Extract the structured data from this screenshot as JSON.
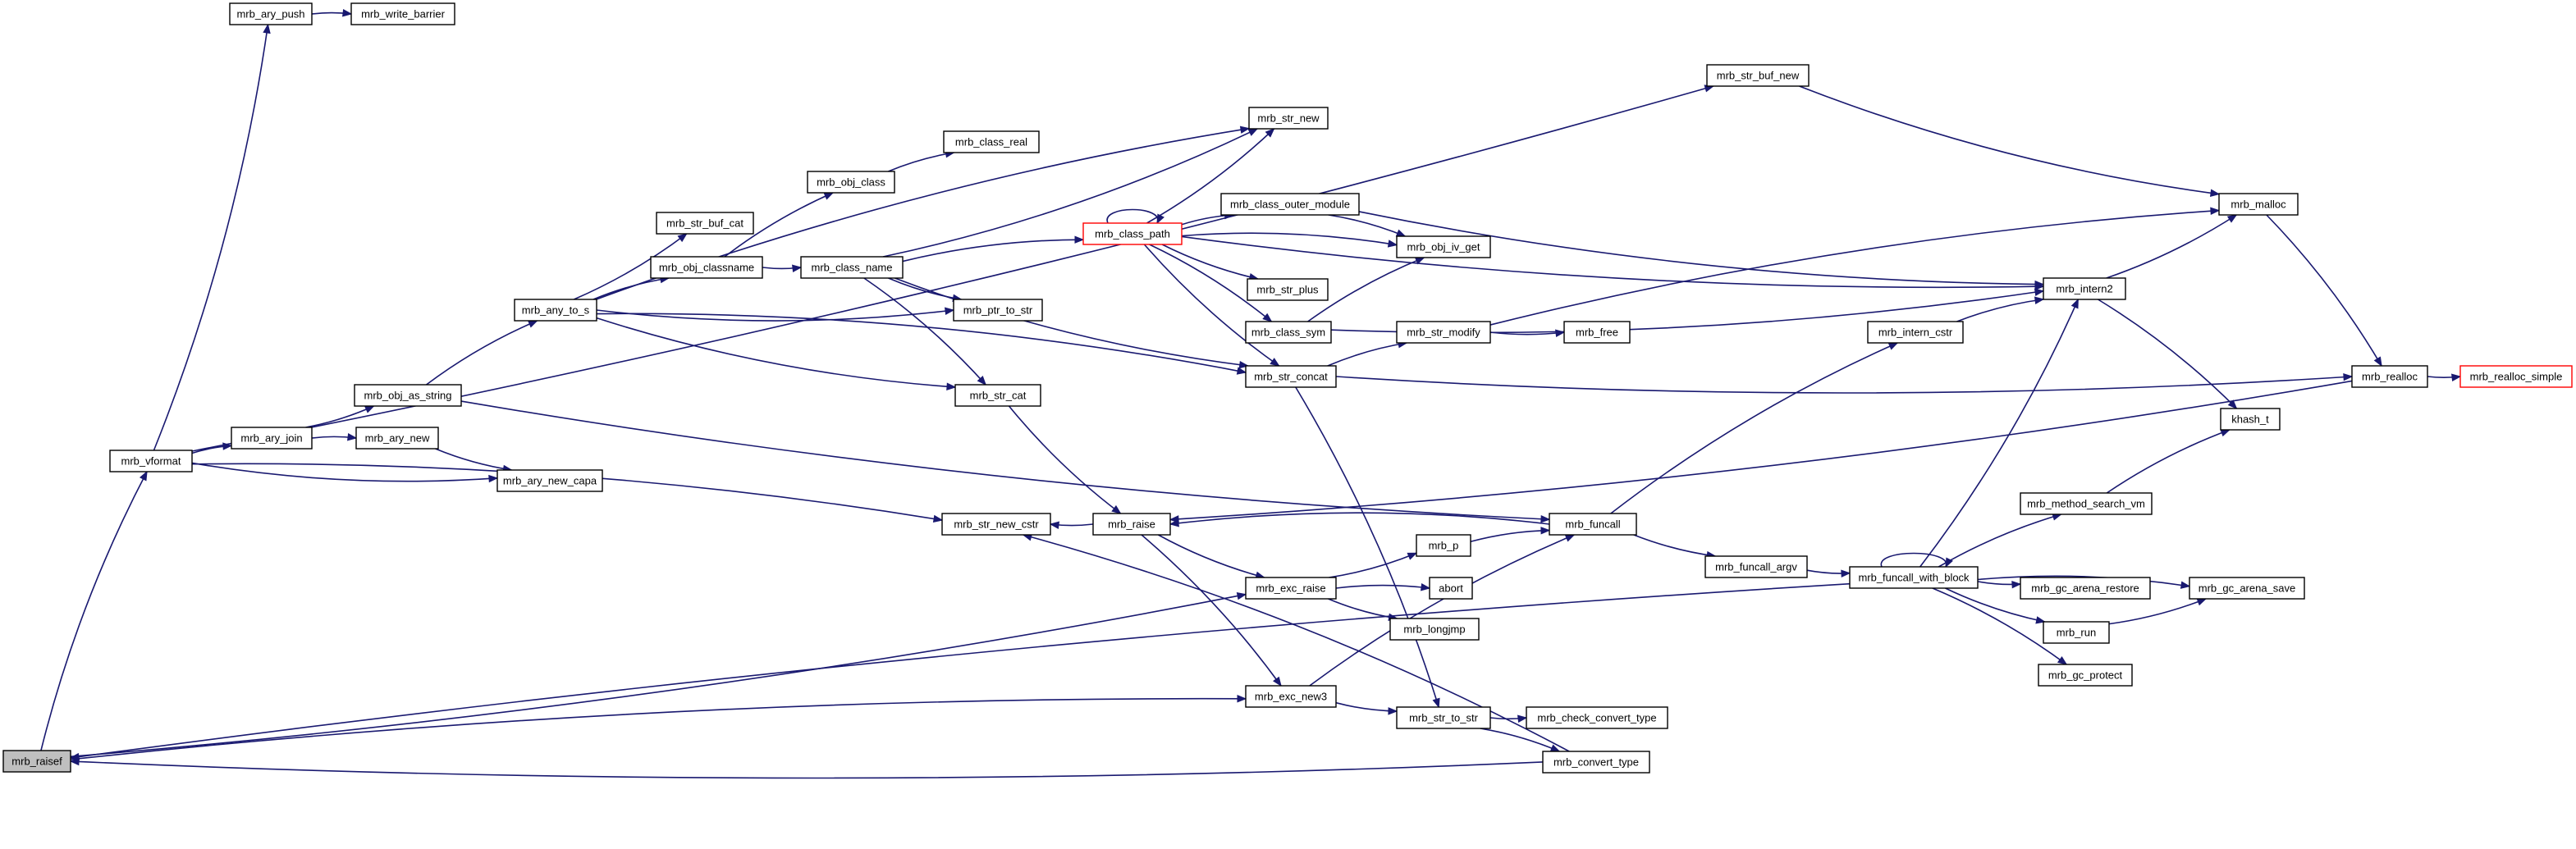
{
  "colors": {
    "edge": "#191970",
    "root_fill": "#bfbfbf",
    "node_border": "#000000",
    "truncated_border": "#ff0000"
  },
  "nodes": [
    {
      "id": "mrb_raisef",
      "label": "mrb_raisef",
      "style": "root"
    },
    {
      "id": "mrb_vformat",
      "label": "mrb_vformat"
    },
    {
      "id": "mrb_ary_push",
      "label": "mrb_ary_push"
    },
    {
      "id": "mrb_write_barrier",
      "label": "mrb_write_barrier"
    },
    {
      "id": "mrb_ary_join",
      "label": "mrb_ary_join"
    },
    {
      "id": "mrb_obj_as_string",
      "label": "mrb_obj_as_string"
    },
    {
      "id": "mrb_ary_new",
      "label": "mrb_ary_new"
    },
    {
      "id": "mrb_ary_new_capa",
      "label": "mrb_ary_new_capa"
    },
    {
      "id": "mrb_any_to_s",
      "label": "mrb_any_to_s"
    },
    {
      "id": "mrb_str_buf_cat",
      "label": "mrb_str_buf_cat"
    },
    {
      "id": "mrb_obj_classname",
      "label": "mrb_obj_classname"
    },
    {
      "id": "mrb_obj_class",
      "label": "mrb_obj_class"
    },
    {
      "id": "mrb_class_real",
      "label": "mrb_class_real"
    },
    {
      "id": "mrb_class_name",
      "label": "mrb_class_name"
    },
    {
      "id": "mrb_ptr_to_str",
      "label": "mrb_ptr_to_str"
    },
    {
      "id": "mrb_str_cat",
      "label": "mrb_str_cat"
    },
    {
      "id": "mrb_str_new_cstr",
      "label": "mrb_str_new_cstr"
    },
    {
      "id": "mrb_raise",
      "label": "mrb_raise"
    },
    {
      "id": "mrb_str_new",
      "label": "mrb_str_new"
    },
    {
      "id": "mrb_class_path",
      "label": "mrb_class_path",
      "style": "truncated"
    },
    {
      "id": "mrb_class_outer_module",
      "label": "mrb_class_outer_module"
    },
    {
      "id": "mrb_obj_iv_get",
      "label": "mrb_obj_iv_get"
    },
    {
      "id": "mrb_str_plus",
      "label": "mrb_str_plus"
    },
    {
      "id": "mrb_class_sym",
      "label": "mrb_class_sym"
    },
    {
      "id": "mrb_str_modify",
      "label": "mrb_str_modify"
    },
    {
      "id": "mrb_free",
      "label": "mrb_free"
    },
    {
      "id": "mrb_str_concat",
      "label": "mrb_str_concat"
    },
    {
      "id": "mrb_exc_raise",
      "label": "mrb_exc_raise"
    },
    {
      "id": "mrb_p",
      "label": "mrb_p"
    },
    {
      "id": "abort",
      "label": "abort"
    },
    {
      "id": "mrb_longjmp",
      "label": "mrb_longjmp"
    },
    {
      "id": "mrb_exc_new3",
      "label": "mrb_exc_new3"
    },
    {
      "id": "mrb_str_to_str",
      "label": "mrb_str_to_str"
    },
    {
      "id": "mrb_check_convert_type",
      "label": "mrb_check_convert_type"
    },
    {
      "id": "mrb_convert_type",
      "label": "mrb_convert_type"
    },
    {
      "id": "mrb_funcall",
      "label": "mrb_funcall"
    },
    {
      "id": "mrb_funcall_argv",
      "label": "mrb_funcall_argv"
    },
    {
      "id": "mrb_intern_cstr",
      "label": "mrb_intern_cstr"
    },
    {
      "id": "mrb_intern2",
      "label": "mrb_intern2"
    },
    {
      "id": "mrb_str_buf_new",
      "label": "mrb_str_buf_new"
    },
    {
      "id": "mrb_malloc",
      "label": "mrb_malloc"
    },
    {
      "id": "mrb_realloc",
      "label": "mrb_realloc"
    },
    {
      "id": "mrb_realloc_simple",
      "label": "mrb_realloc_simple",
      "style": "truncated"
    },
    {
      "id": "khash_t",
      "label": "khash_t"
    },
    {
      "id": "mrb_funcall_with_block",
      "label": "mrb_funcall_with_block"
    },
    {
      "id": "mrb_method_search_vm",
      "label": "mrb_method_search_vm"
    },
    {
      "id": "mrb_gc_arena_restore",
      "label": "mrb_gc_arena_restore"
    },
    {
      "id": "mrb_gc_arena_save",
      "label": "mrb_gc_arena_save"
    },
    {
      "id": "mrb_run",
      "label": "mrb_run"
    },
    {
      "id": "mrb_gc_protect",
      "label": "mrb_gc_protect"
    }
  ],
  "edges": [
    [
      "mrb_raisef",
      "mrb_vformat"
    ],
    [
      "mrb_raisef",
      "mrb_exc_raise"
    ],
    [
      "mrb_raisef",
      "mrb_exc_new3"
    ],
    [
      "mrb_vformat",
      "mrb_ary_push"
    ],
    [
      "mrb_ary_push",
      "mrb_write_barrier"
    ],
    [
      "mrb_vformat",
      "mrb_str_buf_new"
    ],
    [
      "mrb_vformat",
      "mrb_ary_join"
    ],
    [
      "mrb_vformat",
      "mrb_ary_new_capa"
    ],
    [
      "mrb_vformat",
      "mrb_str_new_cstr"
    ],
    [
      "mrb_ary_join",
      "mrb_obj_as_string"
    ],
    [
      "mrb_ary_join",
      "mrb_ary_new"
    ],
    [
      "mrb_ary_new",
      "mrb_ary_new_capa"
    ],
    [
      "mrb_obj_as_string",
      "mrb_any_to_s"
    ],
    [
      "mrb_obj_as_string",
      "mrb_funcall"
    ],
    [
      "mrb_any_to_s",
      "mrb_str_new"
    ],
    [
      "mrb_any_to_s",
      "mrb_str_buf_cat"
    ],
    [
      "mrb_any_to_s",
      "mrb_obj_classname"
    ],
    [
      "mrb_any_to_s",
      "mrb_ptr_to_str"
    ],
    [
      "mrb_any_to_s",
      "mrb_str_concat"
    ],
    [
      "mrb_any_to_s",
      "mrb_str_cat"
    ],
    [
      "mrb_obj_classname",
      "mrb_obj_class"
    ],
    [
      "mrb_obj_classname",
      "mrb_class_name"
    ],
    [
      "mrb_obj_class",
      "mrb_class_real"
    ],
    [
      "mrb_class_name",
      "mrb_str_new"
    ],
    [
      "mrb_class_name",
      "mrb_class_path"
    ],
    [
      "mrb_class_name",
      "mrb_ptr_to_str"
    ],
    [
      "mrb_class_name",
      "mrb_str_cat"
    ],
    [
      "mrb_class_name",
      "mrb_str_concat"
    ],
    [
      "mrb_class_path",
      "mrb_class_path"
    ],
    [
      "mrb_class_path",
      "mrb_str_new"
    ],
    [
      "mrb_class_path",
      "mrb_class_outer_module"
    ],
    [
      "mrb_class_path",
      "mrb_intern2"
    ],
    [
      "mrb_class_path",
      "mrb_obj_iv_get"
    ],
    [
      "mrb_class_path",
      "mrb_str_plus"
    ],
    [
      "mrb_class_path",
      "mrb_class_sym"
    ],
    [
      "mrb_class_path",
      "mrb_str_concat"
    ],
    [
      "mrb_class_outer_module",
      "mrb_obj_iv_get"
    ],
    [
      "mrb_class_outer_module",
      "mrb_intern2"
    ],
    [
      "mrb_class_sym",
      "mrb_obj_iv_get"
    ],
    [
      "mrb_class_sym",
      "mrb_intern2"
    ],
    [
      "mrb_str_concat",
      "mrb_str_modify"
    ],
    [
      "mrb_str_concat",
      "mrb_realloc"
    ],
    [
      "mrb_str_concat",
      "mrb_str_to_str"
    ],
    [
      "mrb_str_modify",
      "mrb_free"
    ],
    [
      "mrb_str_modify",
      "mrb_malloc"
    ],
    [
      "mrb_str_cat",
      "mrb_raise"
    ],
    [
      "mrb_raise",
      "mrb_str_new_cstr"
    ],
    [
      "mrb_raise",
      "mrb_exc_raise"
    ],
    [
      "mrb_raise",
      "mrb_exc_new3"
    ],
    [
      "mrb_exc_raise",
      "mrb_p"
    ],
    [
      "mrb_exc_raise",
      "abort"
    ],
    [
      "mrb_exc_raise",
      "mrb_longjmp"
    ],
    [
      "mrb_p",
      "mrb_funcall"
    ],
    [
      "mrb_exc_new3",
      "mrb_str_to_str"
    ],
    [
      "mrb_exc_new3",
      "mrb_funcall"
    ],
    [
      "mrb_str_to_str",
      "mrb_check_convert_type"
    ],
    [
      "mrb_str_to_str",
      "mrb_convert_type"
    ],
    [
      "mrb_convert_type",
      "mrb_str_new_cstr"
    ],
    [
      "mrb_convert_type",
      "mrb_raisef"
    ],
    [
      "mrb_funcall",
      "mrb_raise"
    ],
    [
      "mrb_funcall",
      "mrb_intern_cstr"
    ],
    [
      "mrb_funcall",
      "mrb_funcall_argv"
    ],
    [
      "mrb_intern_cstr",
      "mrb_intern2"
    ],
    [
      "mrb_intern2",
      "mrb_malloc"
    ],
    [
      "mrb_intern2",
      "khash_t"
    ],
    [
      "mrb_str_buf_new",
      "mrb_malloc"
    ],
    [
      "mrb_malloc",
      "mrb_realloc"
    ],
    [
      "mrb_realloc",
      "mrb_realloc_simple"
    ],
    [
      "mrb_realloc",
      "mrb_raise"
    ],
    [
      "mrb_funcall_argv",
      "mrb_funcall_with_block"
    ],
    [
      "mrb_funcall_with_block",
      "mrb_funcall_with_block"
    ],
    [
      "mrb_funcall_with_block",
      "mrb_intern2"
    ],
    [
      "mrb_funcall_with_block",
      "mrb_method_search_vm"
    ],
    [
      "mrb_funcall_with_block",
      "mrb_gc_arena_restore"
    ],
    [
      "mrb_funcall_with_block",
      "mrb_gc_arena_save"
    ],
    [
      "mrb_funcall_with_block",
      "mrb_run"
    ],
    [
      "mrb_funcall_with_block",
      "mrb_gc_protect"
    ],
    [
      "mrb_funcall_with_block",
      "mrb_raisef"
    ],
    [
      "mrb_method_search_vm",
      "khash_t"
    ],
    [
      "mrb_run",
      "mrb_gc_arena_save"
    ]
  ]
}
